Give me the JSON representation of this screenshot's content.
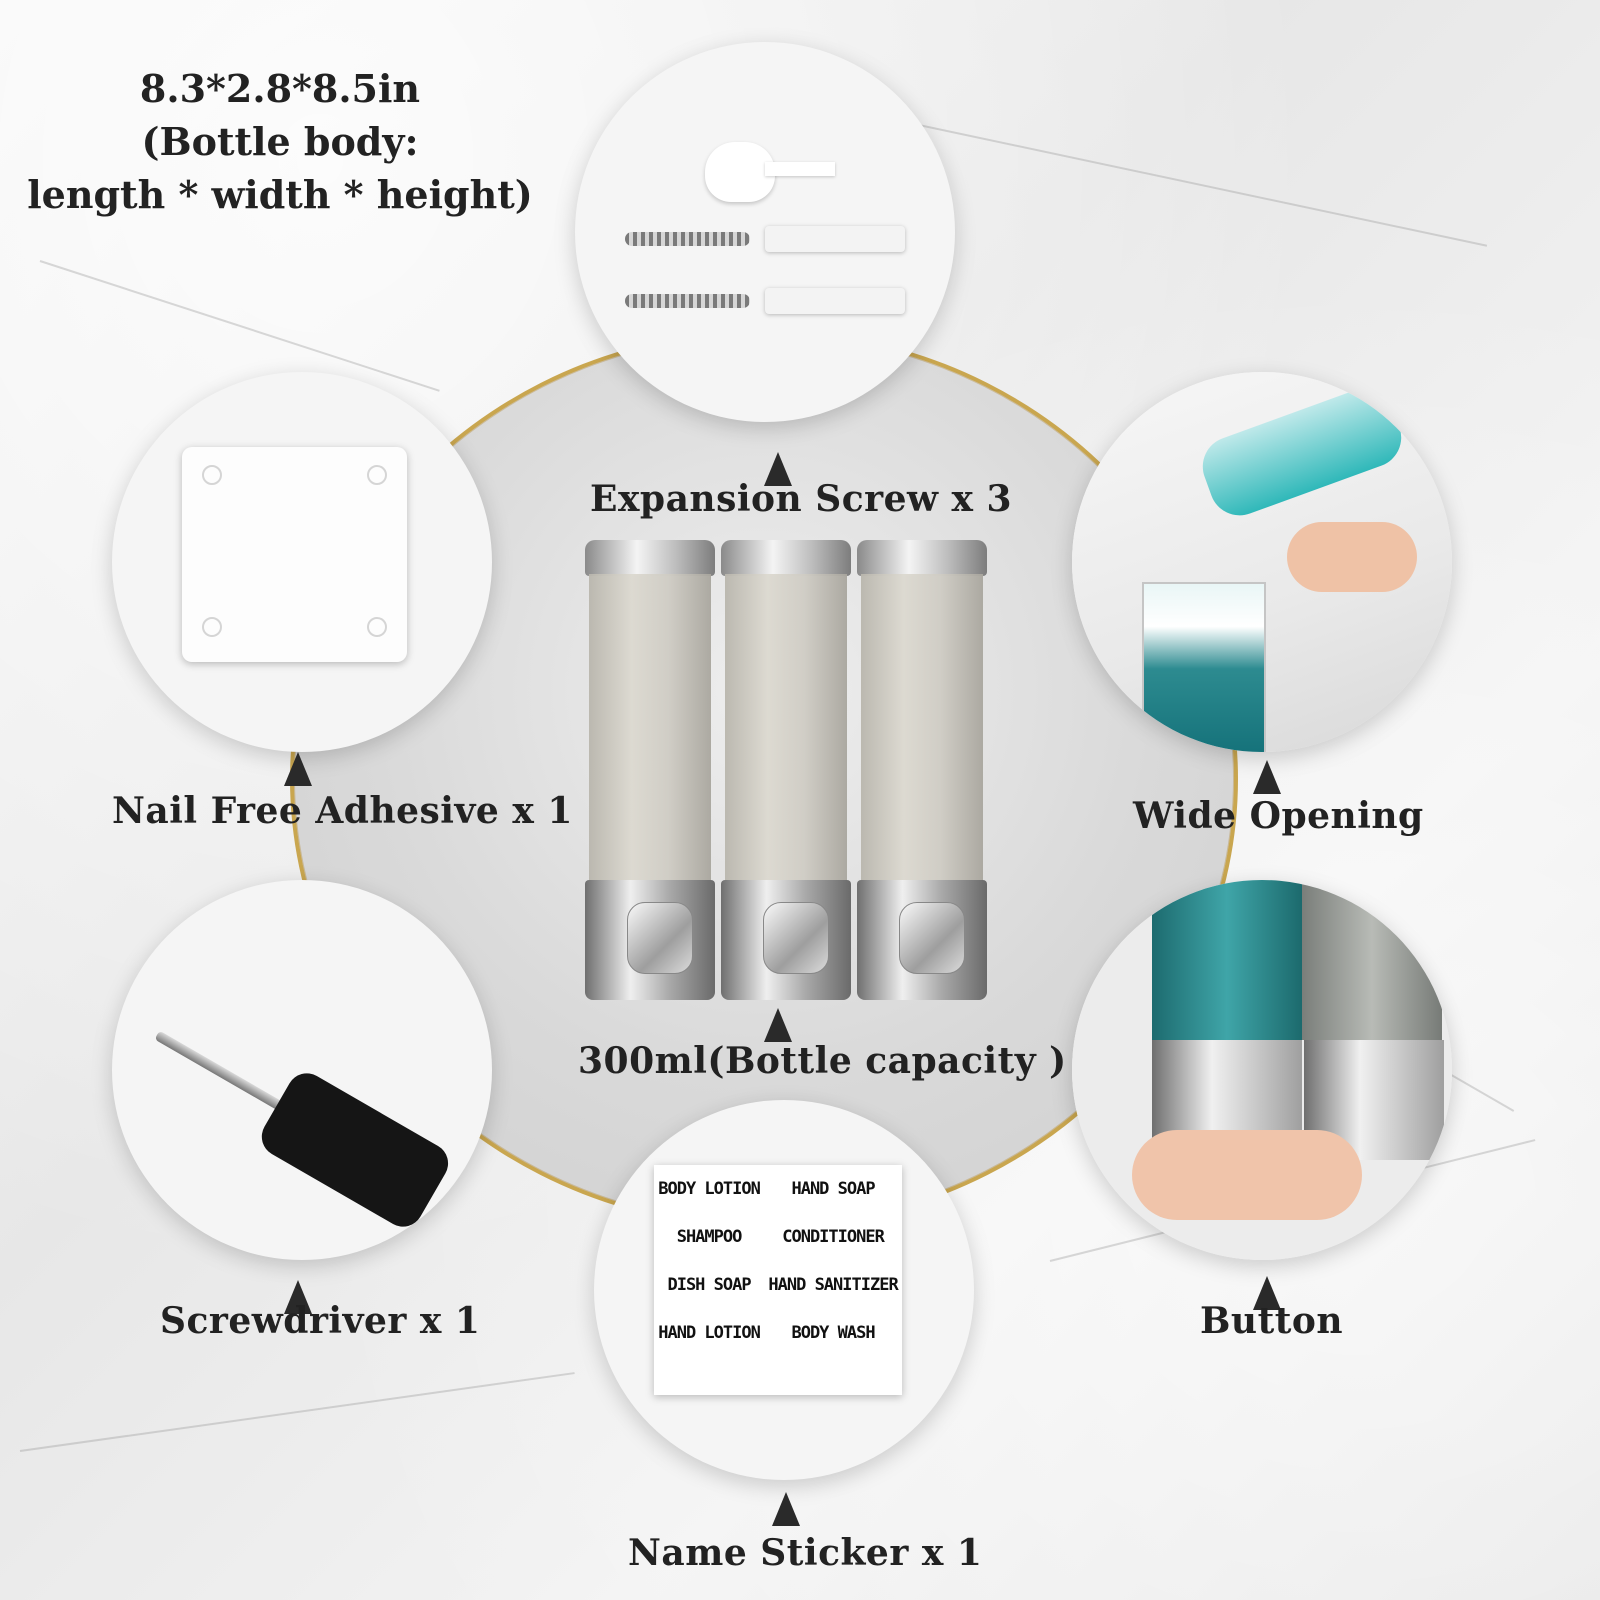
{
  "dimensions": {
    "line1": "8.3*2.8*8.5in",
    "line2": "(Bottle body:",
    "line3": "length * width * height)"
  },
  "labels": {
    "expansion_screw": "Expansion Screw x 3",
    "nail_free": "Nail Free Adhesive x 1",
    "wide_opening": "Wide Opening",
    "capacity": "300ml(Bottle capacity )",
    "screwdriver": "Screwdriver x 1",
    "button": "Button",
    "name_sticker": "Name Sticker x 1"
  },
  "sticker_rows": [
    [
      "BODY LOTION",
      "HAND SOAP"
    ],
    [
      "SHAMPOO",
      "CONDITIONER"
    ],
    [
      "DISH SOAP",
      "HAND SANITIZER"
    ],
    [
      "HAND LOTION",
      "BODY WASH"
    ]
  ],
  "colors": {
    "gold_ring": "#c9a64f",
    "label_text": "#222222",
    "teal_liquid": "#2fb8b9"
  },
  "icons": [
    "arrow-up-icon"
  ]
}
